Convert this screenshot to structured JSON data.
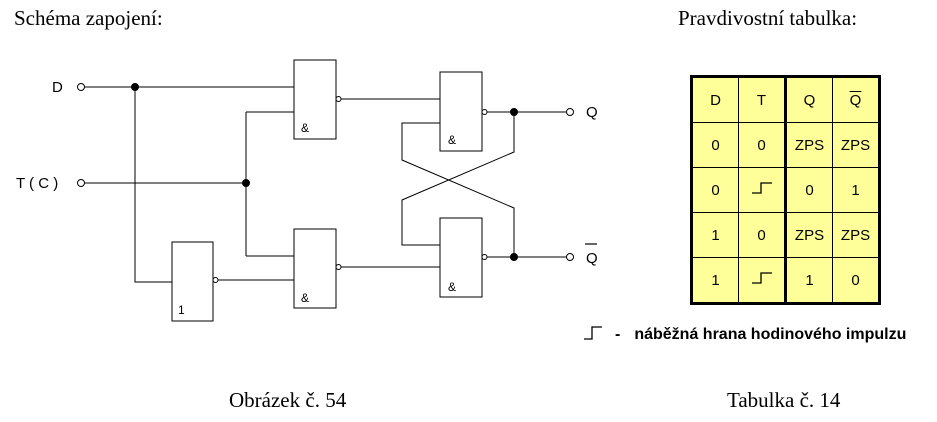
{
  "titles": {
    "schema": "Schéma zapojení:",
    "table": "Pravdivostní tabulka:"
  },
  "captions": {
    "figure": "Obrázek č. 54",
    "table": "Tabulka č. 14"
  },
  "circuit": {
    "inputs": {
      "d": "D",
      "t": "T ( C )"
    },
    "outputs": {
      "q": "Q",
      "q_bar": "Q"
    },
    "gates": {
      "nand_top": "&",
      "nand_bottom": "&",
      "latch_top": "&",
      "latch_bottom": "&",
      "inverter": "1"
    }
  },
  "truth_table": {
    "headers": [
      "D",
      "T",
      "Q",
      "Q"
    ],
    "rows": [
      [
        "0",
        "0",
        "ZPS",
        "ZPS"
      ],
      [
        "0",
        "rising-edge-icon",
        "0",
        "1"
      ],
      [
        "1",
        "0",
        "ZPS",
        "ZPS"
      ],
      [
        "1",
        "rising-edge-icon",
        "1",
        "0"
      ]
    ]
  },
  "legend": {
    "dash": "-",
    "text": "náběžná hrana hodinového impulzu"
  }
}
